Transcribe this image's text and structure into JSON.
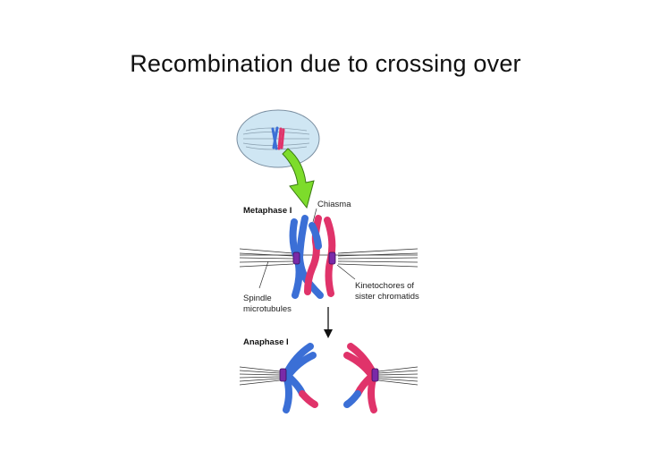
{
  "slide": {
    "title": "Recombination due to crossing over"
  },
  "labels": {
    "metaphase": "Metaphase I",
    "chiasma": "Chiasma",
    "kinetochores_line1": "Kinetochores of",
    "kinetochores_line2": "sister chromatids",
    "spindle_line1": "Spindle",
    "spindle_line2": "microtubules",
    "anaphase": "Anaphase I"
  },
  "colors": {
    "blue_chromosome": "#3b6fd6",
    "red_chromosome": "#e0336a",
    "kinetochore": "#7a2aa8",
    "cell": "#cfe6f3",
    "arrow": "#7ddc2b"
  }
}
